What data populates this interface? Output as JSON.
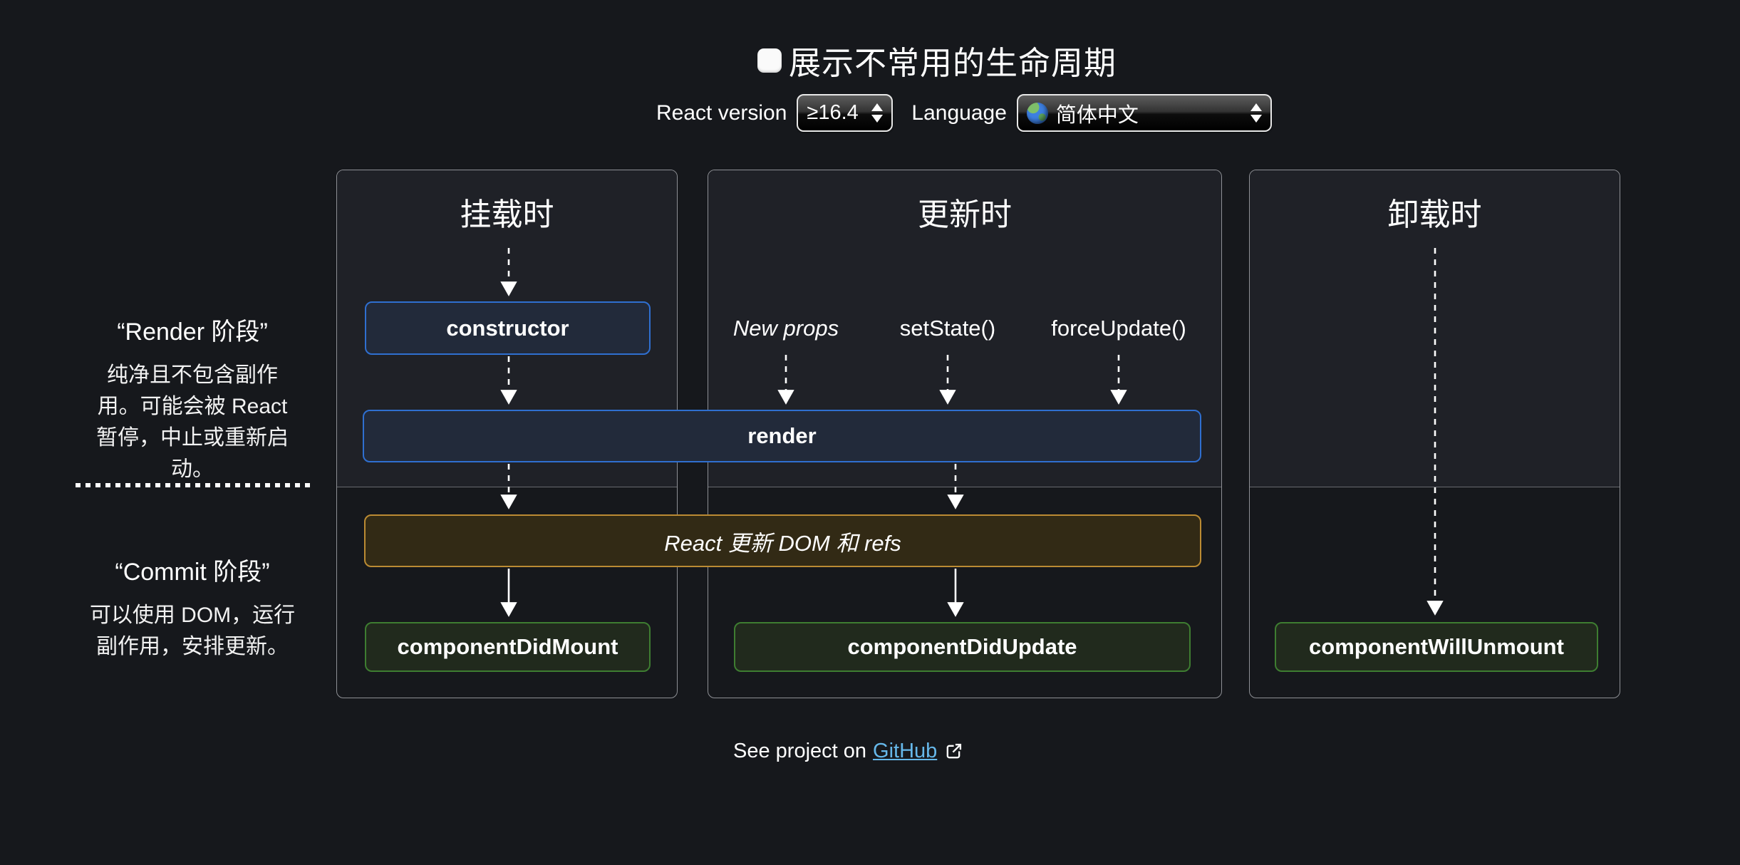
{
  "header": {
    "title": "展示不常用的生命周期",
    "show_less_common_checked": false,
    "react_version_label": "React version",
    "react_version_value": "≥16.4",
    "language_label": "Language",
    "language_icon": "globe",
    "language_value": "简体中文"
  },
  "phases": {
    "render": {
      "title": "“Render 阶段”",
      "description": "纯净且不包含副作\n用。可能会被 React\n暂停，中止或重新启\n动。"
    },
    "commit": {
      "title": "“Commit 阶段”",
      "description": "可以使用 DOM，运行\n副作用，安排更新。"
    }
  },
  "columns": {
    "mounting": {
      "title": "挂载时"
    },
    "updating": {
      "title": "更新时",
      "triggers": {
        "0": "New props",
        "1": "setState()",
        "2": "forceUpdate()"
      }
    },
    "unmounting": {
      "title": "卸载时"
    }
  },
  "methods": {
    "constructor": "constructor",
    "render": "render",
    "react_updates": "React 更新 DOM 和 refs",
    "component_did_mount": "componentDidMount",
    "component_did_update": "componentDidUpdate",
    "component_will_unmount": "componentWillUnmount"
  },
  "footer": {
    "text": "See project on",
    "link_label": "GitHub",
    "external_icon": "external-link"
  },
  "colors": {
    "bg": "#16181c",
    "panel": "#1f2127",
    "blue": "#2f6fd0",
    "gold": "#bb8b33",
    "green": "#3e7d31",
    "link": "#66b8ea"
  }
}
